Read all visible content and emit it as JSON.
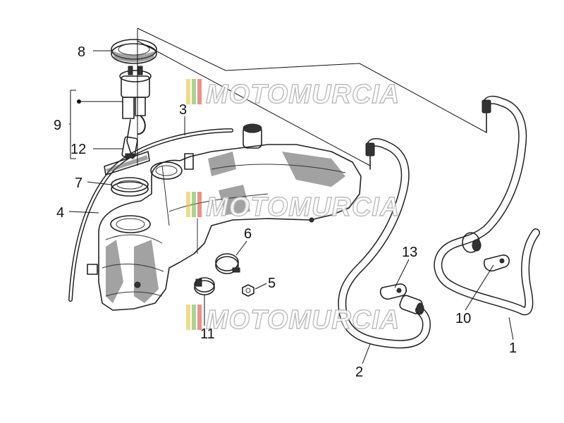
{
  "callouts": [
    {
      "id": "1",
      "label": "1"
    },
    {
      "id": "2",
      "label": "2"
    },
    {
      "id": "3",
      "label": "3"
    },
    {
      "id": "4",
      "label": "4"
    },
    {
      "id": "5",
      "label": "5"
    },
    {
      "id": "6",
      "label": "6"
    },
    {
      "id": "7",
      "label": "7"
    },
    {
      "id": "8",
      "label": "8"
    },
    {
      "id": "9",
      "label": "9"
    },
    {
      "id": "10",
      "label": "10"
    },
    {
      "id": "11",
      "label": "11"
    },
    {
      "id": "12",
      "label": "12"
    },
    {
      "id": "13",
      "label": "13"
    }
  ],
  "watermark": {
    "text": "MOTOMURCIA",
    "stripe_colors": [
      "#e8c23a",
      "#6fb54a",
      "#d94a3a"
    ]
  }
}
